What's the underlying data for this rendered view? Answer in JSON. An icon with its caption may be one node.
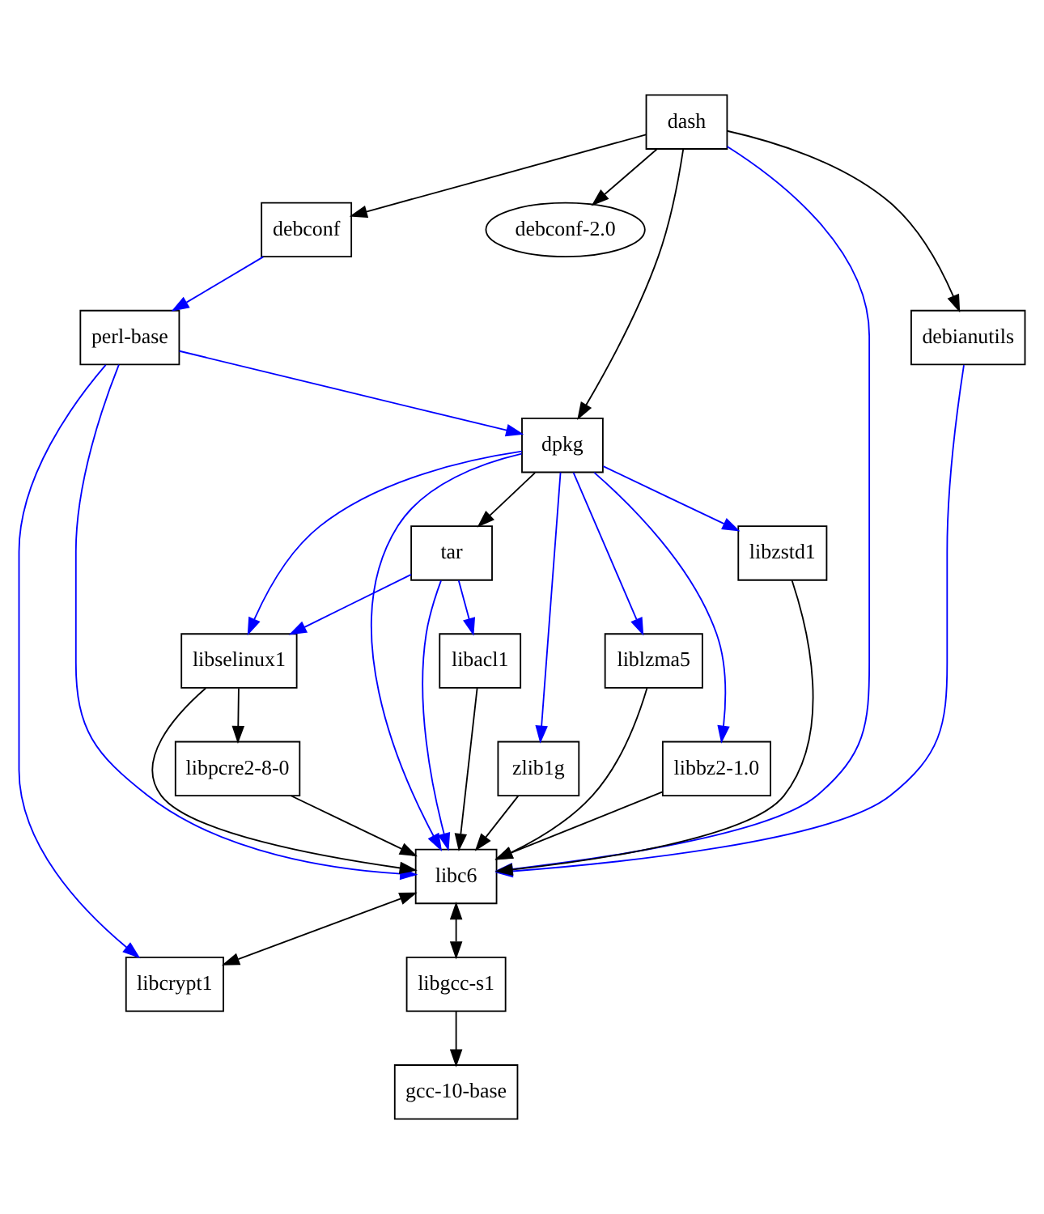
{
  "diagram": {
    "nodes": [
      {
        "text": [
          "dash"
        ]
      },
      {
        "text": [
          "debconf"
        ]
      },
      {
        "text": [
          "debconf-2.0"
        ]
      },
      {
        "text": [
          "debianutils"
        ]
      },
      {
        "text": [
          "perl-base"
        ]
      },
      {
        "text": [
          "dpkg"
        ]
      },
      {
        "text": [
          "tar"
        ]
      },
      {
        "text": [
          "zlib1g"
        ]
      },
      {
        "text": [
          "liblzma5"
        ]
      },
      {
        "text": [
          "libacl1"
        ]
      },
      {
        "text": [
          "libselinux1"
        ]
      },
      {
        "text": [
          "libbz2-1.0"
        ]
      },
      {
        "text": [
          "libpcre2-8-0"
        ]
      },
      {
        "text": [
          "libzstd1"
        ]
      },
      {
        "text": [
          "libc6"
        ]
      },
      {
        "text": [
          "libgcc-s1"
        ]
      },
      {
        "text": [
          "libcrypt1"
        ]
      },
      {
        "text": [
          "gcc-10-base"
        ]
      }
    ],
    "edges": [
      {
        "from": 0,
        "to": 1,
        "arrow": "to"
      },
      {
        "from": 0,
        "to": 2,
        "arrow": "to"
      },
      {
        "from": 0,
        "to": 3,
        "arrow": "to"
      },
      {
        "from": 0,
        "to": 5,
        "arrow": "to"
      },
      {
        "from": 0,
        "to": 14,
        "arrow": "to",
        "color": "#0000ff"
      },
      {
        "from": 1,
        "to": 4,
        "arrow": "to",
        "color": "#0000ff"
      },
      {
        "from": 4,
        "to": 5,
        "arrow": "to",
        "color": "#0000ff"
      },
      {
        "from": 4,
        "to": 14,
        "arrow": "to",
        "color": "#0000ff"
      },
      {
        "from": 4,
        "to": 16,
        "arrow": "to",
        "color": "#0000ff"
      },
      {
        "from": 3,
        "to": 14,
        "arrow": "to",
        "color": "#0000ff"
      },
      {
        "from": 5,
        "to": 6,
        "arrow": "to"
      },
      {
        "from": 5,
        "to": 7,
        "arrow": "to",
        "color": "#0000ff"
      },
      {
        "from": 5,
        "to": 10,
        "arrow": "to",
        "color": "#0000ff"
      },
      {
        "from": 5,
        "to": 13,
        "arrow": "to",
        "color": "#0000ff"
      },
      {
        "from": 5,
        "to": 8,
        "arrow": "to",
        "color": "#0000ff"
      },
      {
        "from": 5,
        "to": 11,
        "arrow": "to",
        "color": "#0000ff"
      },
      {
        "from": 5,
        "to": 14,
        "arrow": "to",
        "color": "#0000ff"
      },
      {
        "from": 6,
        "to": 9,
        "arrow": "to",
        "color": "#0000ff"
      },
      {
        "from": 6,
        "to": 10,
        "arrow": "to",
        "color": "#0000ff"
      },
      {
        "from": 6,
        "to": 14,
        "arrow": "to",
        "color": "#0000ff"
      },
      {
        "from": 7,
        "to": 14,
        "arrow": "to"
      },
      {
        "from": 8,
        "to": 14,
        "arrow": "to"
      },
      {
        "from": 9,
        "to": 14,
        "arrow": "to"
      },
      {
        "from": 10,
        "to": 12,
        "arrow": "to"
      },
      {
        "from": 10,
        "to": 14,
        "arrow": "to"
      },
      {
        "from": 11,
        "to": 14,
        "arrow": "to"
      },
      {
        "from": 12,
        "to": 14,
        "arrow": "to"
      },
      {
        "from": 13,
        "to": 14,
        "arrow": "to"
      },
      {
        "from": 14,
        "to": 15,
        "arrow": "both"
      },
      {
        "from": 14,
        "to": 16,
        "arrow": "both"
      },
      {
        "from": 15,
        "to": 17,
        "arrow": "to"
      }
    ]
  }
}
